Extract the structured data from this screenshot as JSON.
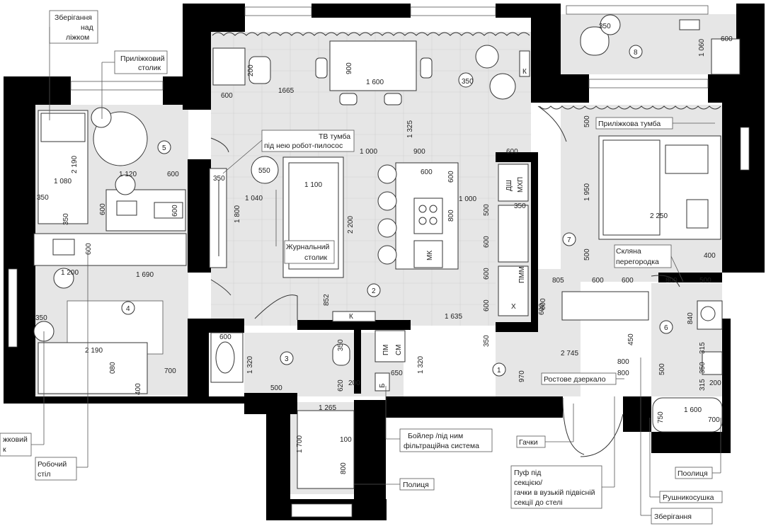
{
  "callouts": {
    "storage_above_bed": [
      "Зберігання",
      "над",
      "ліжком"
    ],
    "bedside_table_5": [
      "Приліжковий",
      "столик"
    ],
    "tv_stand": [
      "ТВ тумба",
      "під нею робот-пилосос"
    ],
    "bedside_cabinet": "Приліжкова тумба",
    "coffee_table": [
      "Журнальний",
      "столик"
    ],
    "glass_partition": [
      "Скляна",
      "перегородка"
    ],
    "full_mirror": "Ростове дзеркало",
    "hooks": "Гачки",
    "boiler": [
      "Бойлер /під ним",
      "фільтраційна система"
    ],
    "shelf_wc": "Полиця",
    "pouf": [
      "Пуф під",
      "секцією/",
      "гачки в вузькій підвісній",
      "секції до стелі"
    ],
    "shelf_bath": "Поолиця",
    "towel_rail": "Рушникосушка",
    "storage_bottom": "Зберігання",
    "bedside_cut": [
      "жковий",
      "к"
    ],
    "desk": [
      "Робочий",
      "стіл"
    ]
  },
  "rooms": [
    "1",
    "2",
    "3",
    "4",
    "5",
    "6",
    "7",
    "8"
  ],
  "appliance_labels": {
    "dw": "ПММ",
    "k": "К",
    "mk": "МК",
    "dsh": "ДШ",
    "mkhp": "МХП",
    "pm": "ПМ",
    "sm": "СМ",
    "b": "Б",
    "x": "Х"
  },
  "dimensions": [
    "900",
    "1 600",
    "1665",
    "200",
    "600",
    "350",
    "1 325",
    "1 000",
    "900",
    "600",
    "550",
    "1 100",
    "350",
    "1 040",
    "1 800",
    "2 200",
    "800",
    "600",
    "1 000",
    "500",
    "600",
    "600",
    "600",
    "350",
    "852",
    "1 635",
    "2 190",
    "1 080",
    "350",
    "1 120",
    "600",
    "600",
    "350",
    "600",
    "1 200",
    "1 690",
    "350",
    "2 190",
    "080",
    "700",
    "400",
    "600",
    "1 320",
    "500",
    "350",
    "620",
    "200",
    "1 320",
    "650",
    "1 265",
    "1 700",
    "100",
    "800",
    "970",
    "2 745",
    "350",
    "805",
    "600",
    "600",
    "600",
    "800",
    "500",
    "450",
    "840",
    "315",
    "350",
    "315",
    "200",
    "800",
    "800",
    "500",
    "1 600",
    "700",
    "750",
    "1 950",
    "2 250",
    "500",
    "500",
    "400",
    "1 060",
    "600",
    "350",
    "600",
    "600",
    "600"
  ]
}
